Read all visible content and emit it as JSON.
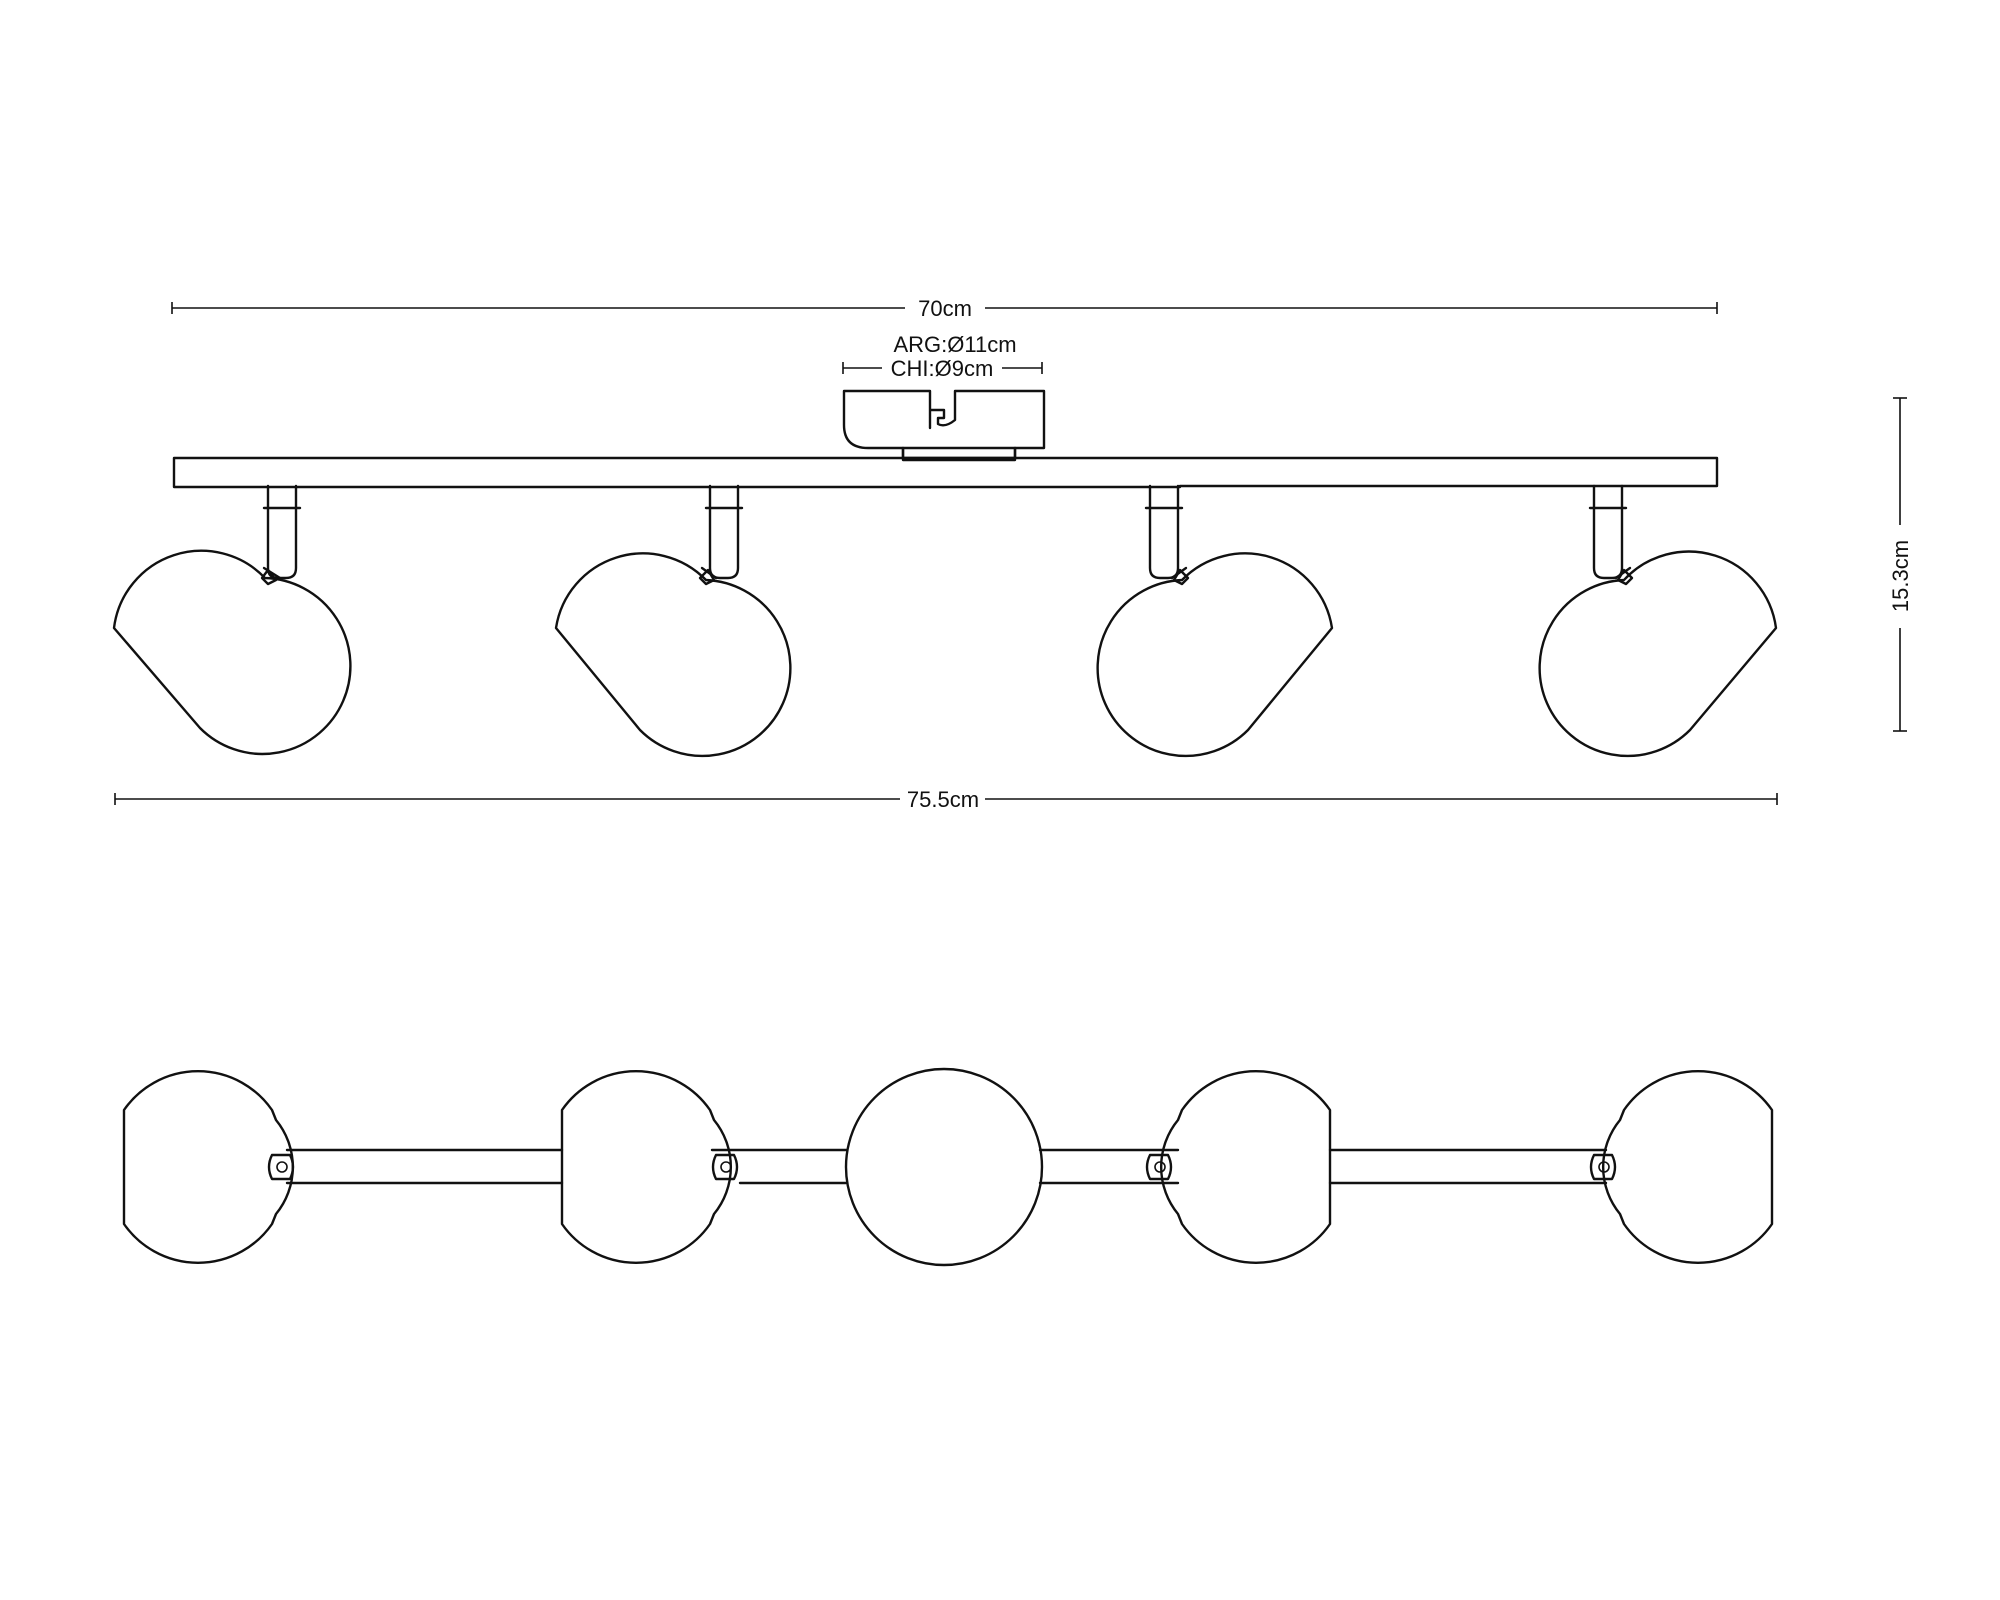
{
  "dimensions": {
    "top_width": "70cm",
    "canopy_arg": "ARG:Ø11cm",
    "canopy_chi": "CHI:Ø9cm",
    "overall_width": "75.5cm",
    "height": "15.3cm"
  },
  "colors": {
    "line": "#111111",
    "background": "#ffffff"
  }
}
